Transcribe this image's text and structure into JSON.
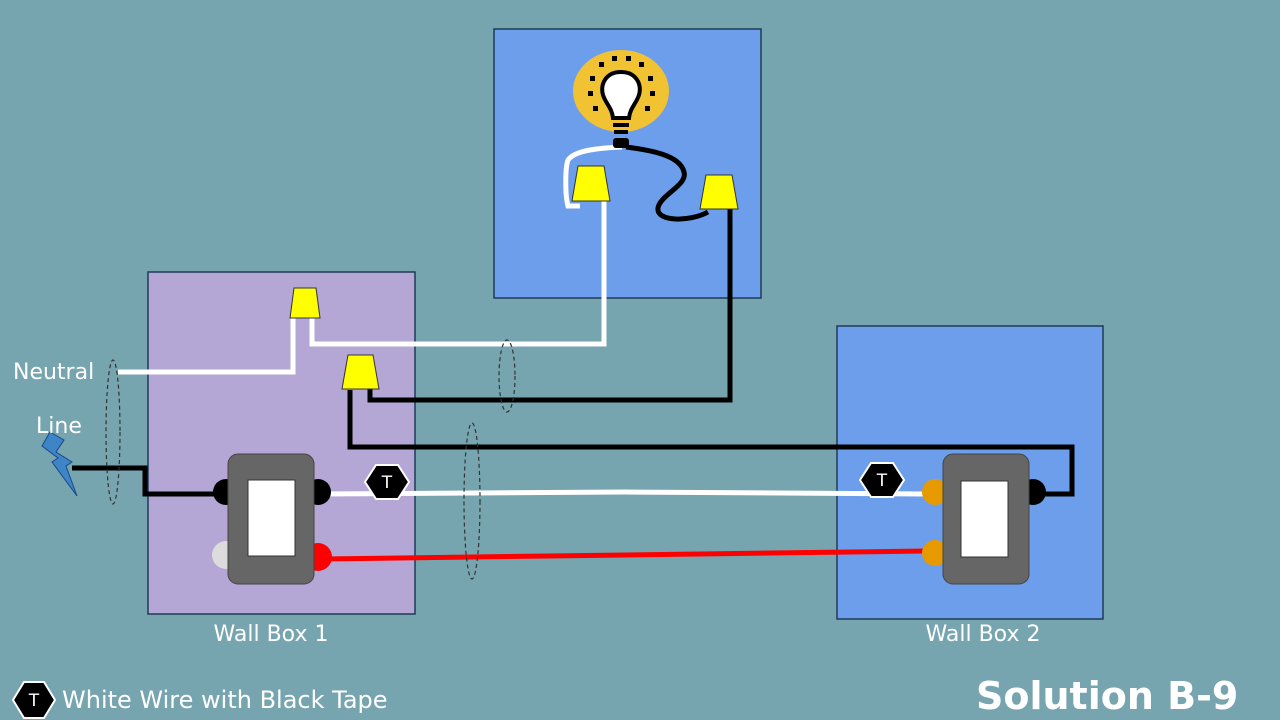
{
  "labels": {
    "neutral": "Neutral",
    "line": "Line",
    "wall_box_1": "Wall Box 1",
    "wall_box_2": "Wall Box 2"
  },
  "tape_marker": "T",
  "legend": {
    "symbol": "T",
    "text": "White Wire with Black Tape"
  },
  "title": "Solution B-9",
  "colors": {
    "background": "#76a5af",
    "wall_box_1": "#b4a7d6",
    "wall_box_2": "#6d9eeb",
    "light_box": "#6d9eeb",
    "wire_hot": "#000000",
    "wire_neutral": "#ffffff",
    "wire_traveler_red": "#ff0000",
    "wire_nut": "#ffff00",
    "bulb_fixture": "#f1c232",
    "switch_body": "#666666",
    "brass_terminal": "#e69a00"
  },
  "icons": [
    "lightbulb-icon",
    "lightning-bolt-icon",
    "wire-nut-icon",
    "black-tape-marker-icon"
  ]
}
